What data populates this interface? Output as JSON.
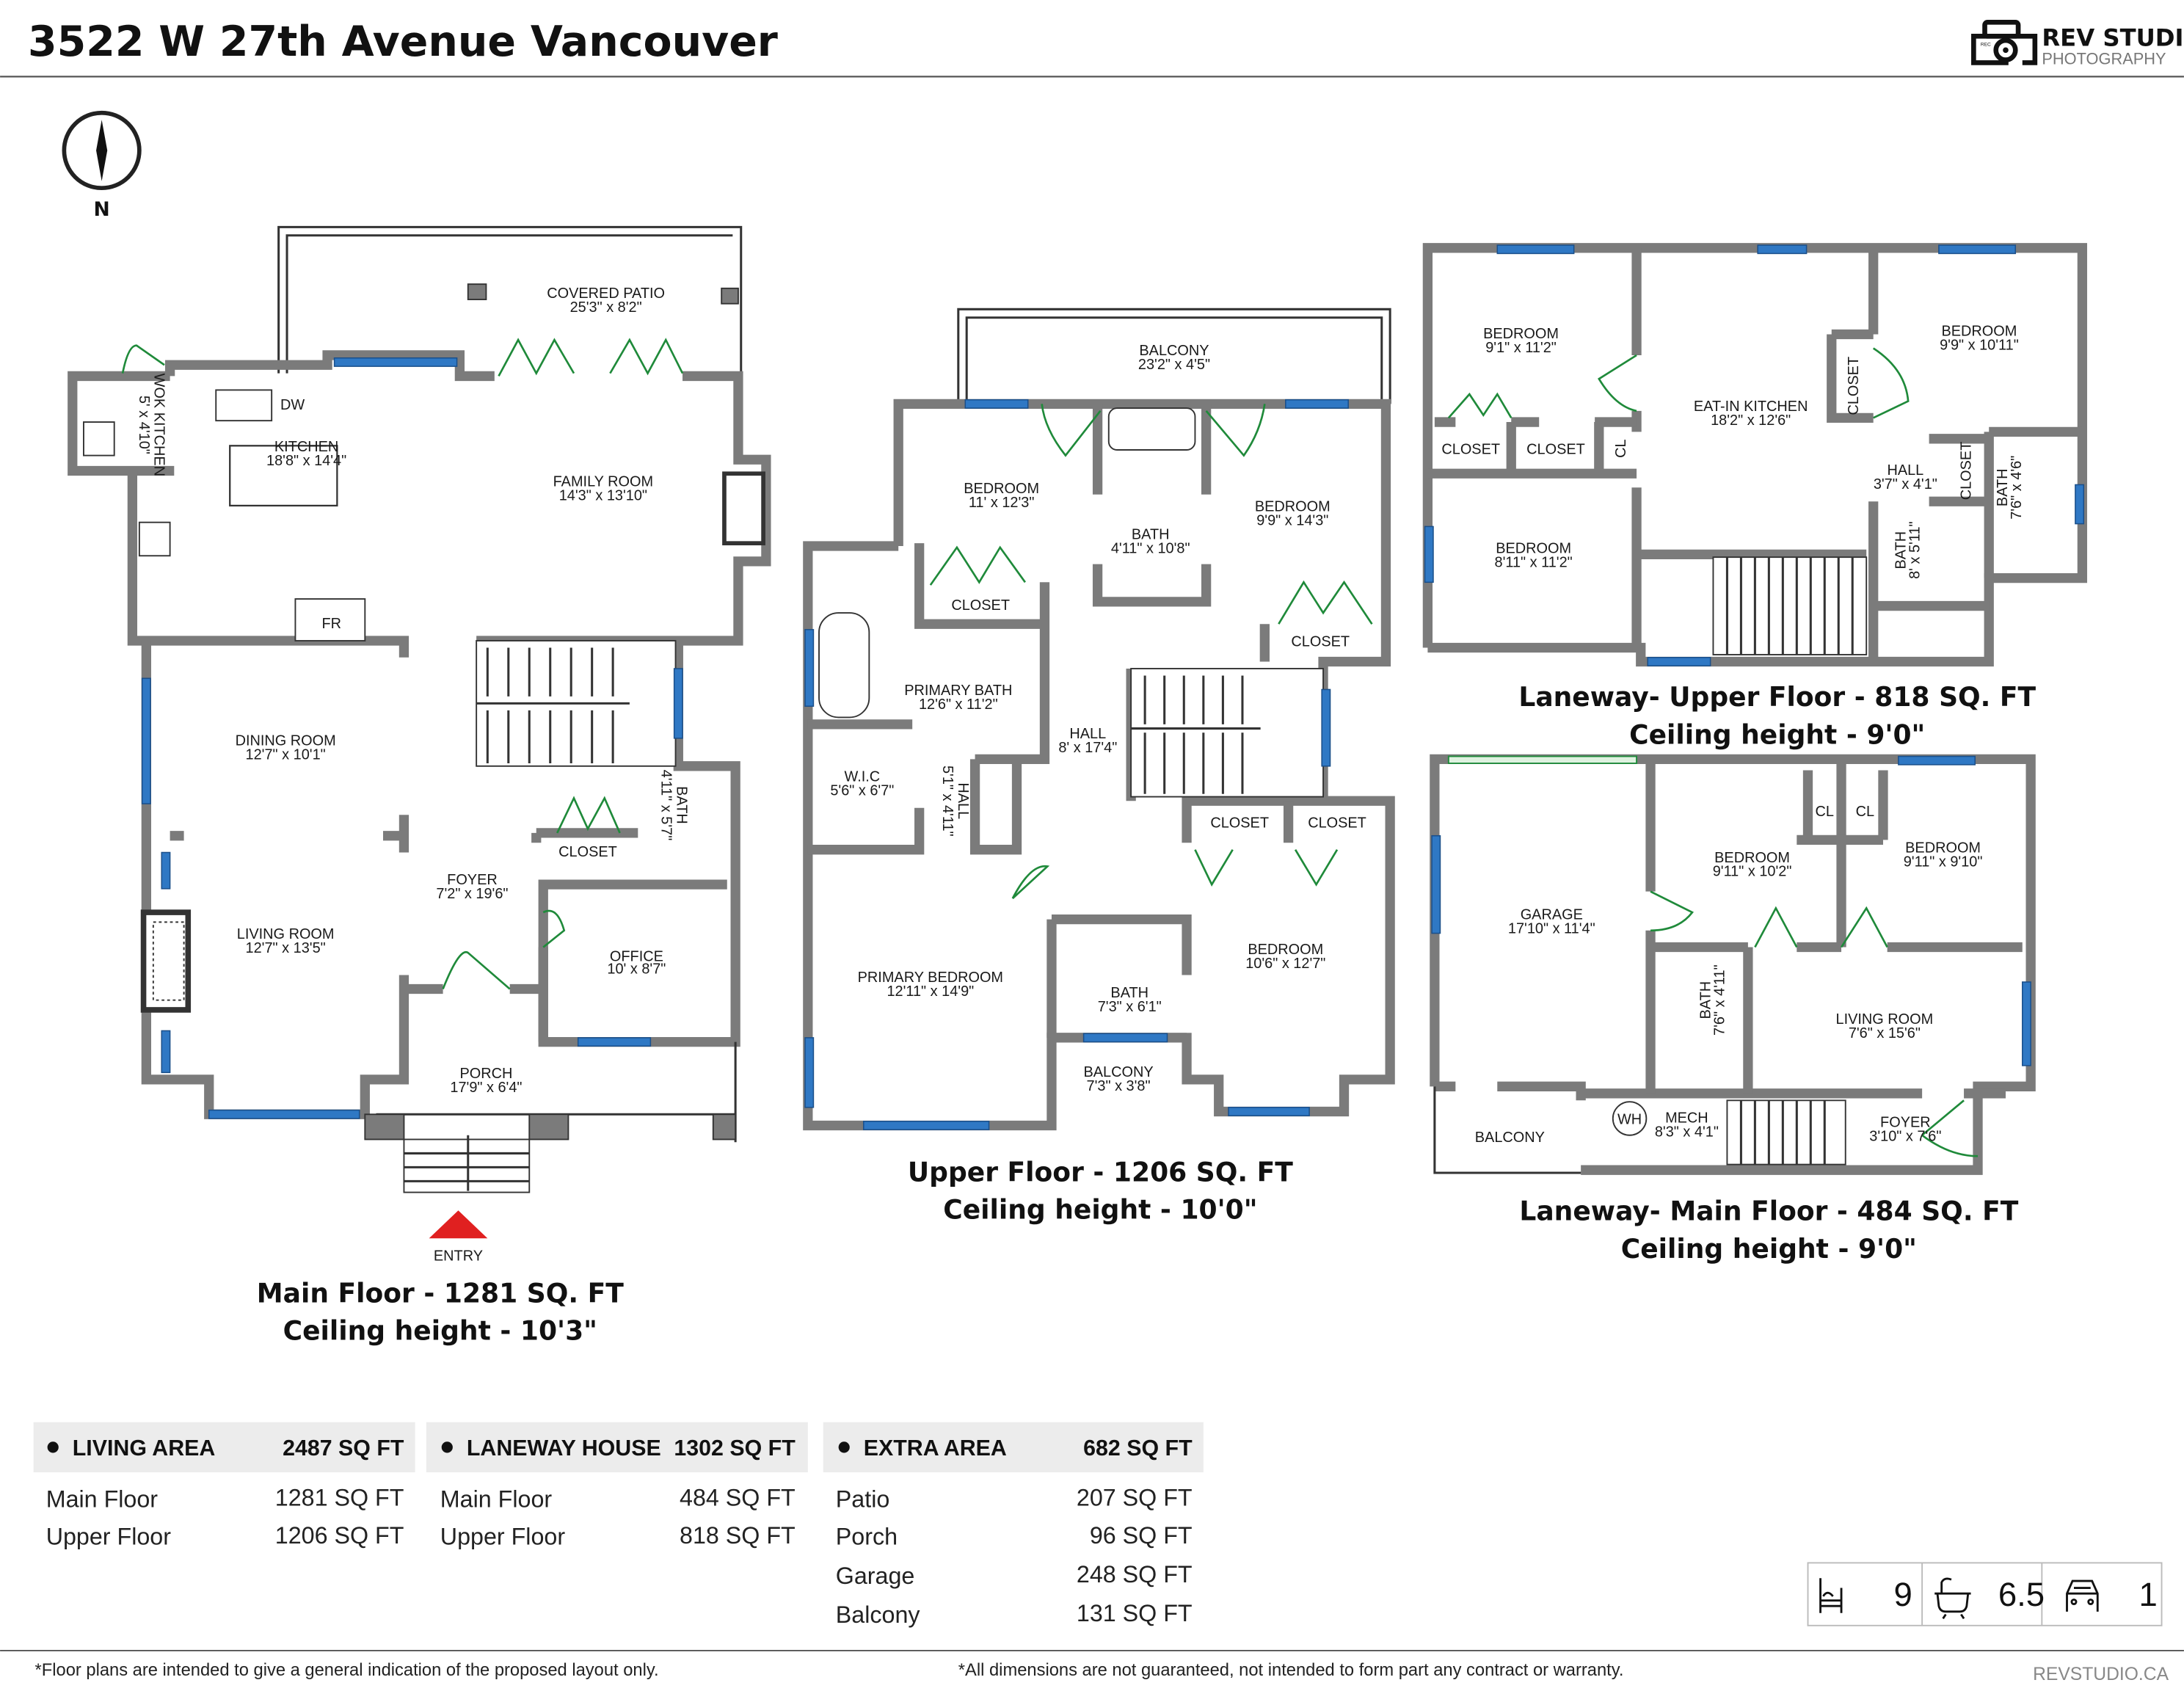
{
  "header": {
    "title": "3522 W 27th Avenue Vancouver"
  },
  "logo": {
    "brand": "REV STUDIO",
    "sub": "PHOTOGRAPHY",
    "rec": "REC"
  },
  "compass": {
    "label": "N"
  },
  "main_floor": {
    "caption": "Main Floor - 1281 SQ. FT",
    "ceiling": "Ceiling height - 10'3\"",
    "entry": "ENTRY",
    "dw": "DW",
    "fr": "FR",
    "rooms": [
      {
        "name": "COVERED PATIO",
        "dim": "25'3\" x 8'2\""
      },
      {
        "name": "WOK KITCHEN",
        "dim": "5' x 4'10\""
      },
      {
        "name": "KITCHEN",
        "dim": "18'8\" x 14'4\""
      },
      {
        "name": "FAMILY ROOM",
        "dim": "14'3\" x 13'10\""
      },
      {
        "name": "DINING ROOM",
        "dim": "12'7\" x 10'1\""
      },
      {
        "name": "LIVING ROOM",
        "dim": "12'7\" x 13'5\""
      },
      {
        "name": "FOYER",
        "dim": "7'2\" x 19'6\""
      },
      {
        "name": "CLOSET",
        "dim": ""
      },
      {
        "name": "BATH",
        "dim": "4'11\" x 5'7\""
      },
      {
        "name": "OFFICE",
        "dim": "10' x 8'7\""
      },
      {
        "name": "PORCH",
        "dim": "17'9\" x 6'4\""
      }
    ]
  },
  "upper_floor": {
    "caption": "Upper Floor - 1206 SQ. FT",
    "ceiling": "Ceiling height - 10'0\"",
    "rooms": [
      {
        "name": "BALCONY",
        "dim": "23'2\" x 4'5\""
      },
      {
        "name": "BEDROOM",
        "dim": "11' x 12'3\""
      },
      {
        "name": "CLOSET",
        "dim": ""
      },
      {
        "name": "BATH",
        "dim": "4'11\" x 10'8\""
      },
      {
        "name": "BEDROOM",
        "dim": "9'9\" x 14'3\""
      },
      {
        "name": "CLOSET",
        "dim": ""
      },
      {
        "name": "PRIMARY BATH",
        "dim": "12'6\" x 11'2\""
      },
      {
        "name": "HALL",
        "dim": "8' x 17'4\""
      },
      {
        "name": "W.I.C",
        "dim": "5'6\" x 6'7\""
      },
      {
        "name": "HALL",
        "dim": "5'1\" x 4'11\""
      },
      {
        "name": "CLOSET",
        "dim": ""
      },
      {
        "name": "CLOSET",
        "dim": ""
      },
      {
        "name": "BEDROOM",
        "dim": "10'6\" x 12'7\""
      },
      {
        "name": "PRIMARY BEDROOM",
        "dim": "12'11\" x 14'9\""
      },
      {
        "name": "BATH",
        "dim": "7'3\" x 6'1\""
      },
      {
        "name": "BALCONY",
        "dim": "7'3\" x 3'8\""
      }
    ]
  },
  "laneway_upper": {
    "caption": "Laneway- Upper Floor - 818 SQ. FT",
    "ceiling": "Ceiling height - 9'0\"",
    "rooms": [
      {
        "name": "BEDROOM",
        "dim": "9'1\" x 11'2\""
      },
      {
        "name": "EAT-IN KITCHEN",
        "dim": "18'2\" x 12'6\""
      },
      {
        "name": "BEDROOM",
        "dim": "9'9\" x 10'11\""
      },
      {
        "name": "CLOSET",
        "dim": ""
      },
      {
        "name": "CLOSET",
        "dim": ""
      },
      {
        "name": "CL",
        "dim": ""
      },
      {
        "name": "CLOSET",
        "dim": ""
      },
      {
        "name": "HALL",
        "dim": "3'7\" x 4'1\""
      },
      {
        "name": "CLOSET",
        "dim": ""
      },
      {
        "name": "BATH",
        "dim": "7'6\" x 4'6\""
      },
      {
        "name": "BEDROOM",
        "dim": "8'11\" x 11'2\""
      },
      {
        "name": "BATH",
        "dim": "8' x 5'11\""
      }
    ]
  },
  "laneway_main": {
    "caption": "Laneway- Main Floor - 484 SQ. FT",
    "ceiling": "Ceiling height - 9'0\"",
    "wh": "WH",
    "rooms": [
      {
        "name": "GARAGE",
        "dim": "17'10\" x 11'4\""
      },
      {
        "name": "BEDROOM",
        "dim": "9'11\" x 10'2\""
      },
      {
        "name": "CL",
        "dim": ""
      },
      {
        "name": "CL",
        "dim": ""
      },
      {
        "name": "BEDROOM",
        "dim": "9'11\" x 9'10\""
      },
      {
        "name": "BATH",
        "dim": "7'6\" x 4'11\""
      },
      {
        "name": "LIVING ROOM",
        "dim": "7'6\" x 15'6\""
      },
      {
        "name": "MECH",
        "dim": "8'3\" x 4'1\""
      },
      {
        "name": "FOYER",
        "dim": "3'10\" x 7'6\""
      },
      {
        "name": "BALCONY",
        "dim": ""
      }
    ]
  },
  "areas": [
    {
      "title": "LIVING AREA",
      "total": "2487 SQ FT",
      "rows": [
        {
          "label": "Main Floor",
          "value": "1281 SQ FT"
        },
        {
          "label": "Upper Floor",
          "value": "1206 SQ FT"
        }
      ]
    },
    {
      "title": "LANEWAY HOUSE",
      "total": "1302 SQ FT",
      "rows": [
        {
          "label": "Main Floor",
          "value": "484 SQ FT"
        },
        {
          "label": "Upper Floor",
          "value": "818 SQ FT"
        }
      ]
    },
    {
      "title": "EXTRA AREA",
      "total": "682 SQ FT",
      "rows": [
        {
          "label": "Patio",
          "value": "207 SQ FT"
        },
        {
          "label": "Porch",
          "value": "96 SQ FT"
        },
        {
          "label": "Garage",
          "value": "248 SQ FT"
        },
        {
          "label": "Balcony",
          "value": "131 SQ FT"
        }
      ]
    }
  ],
  "stats": {
    "bedrooms": "9",
    "bathrooms": "6.5",
    "parking": "1",
    "icons": [
      "bed-icon",
      "bathtub-icon",
      "car-icon"
    ]
  },
  "footer": {
    "note_left": "*Floor plans are intended to give a general indication of the proposed layout only.",
    "note_right": "*All dimensions are not guaranteed, not intended to form part any contract or warranty.",
    "website": "REVSTUDIO.CA"
  },
  "colors": {
    "window": "#2f78c4",
    "door": "#1f8a3a",
    "wall": "#7b7b7b",
    "entry_marker": "#e02020",
    "header_bg": "#ececec"
  }
}
